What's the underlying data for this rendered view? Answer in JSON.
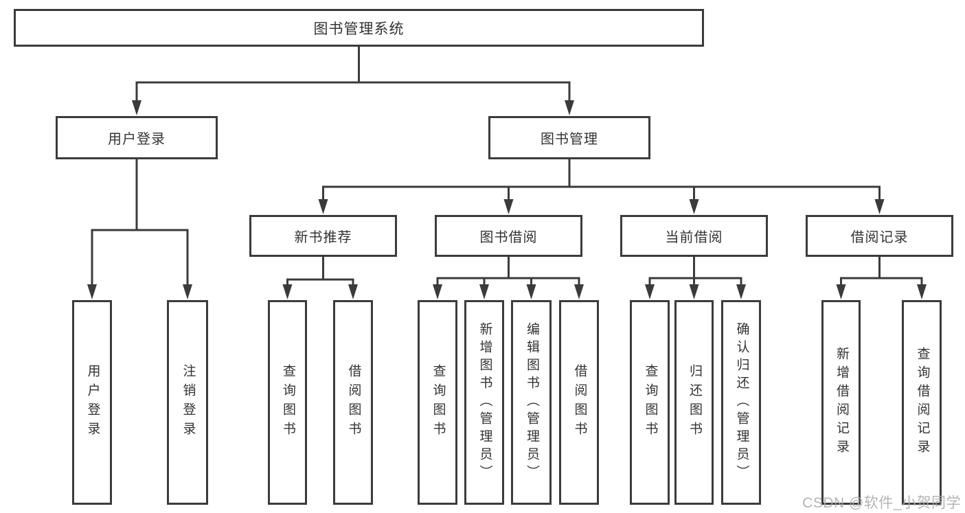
{
  "diagram": {
    "title": "图书管理系统",
    "type": "hierarchy-tree",
    "colors": {
      "line": "#3b3b3b",
      "text": "#333333",
      "background": "#ffffff",
      "watermark": "#acacac"
    }
  },
  "nodes": {
    "root": {
      "label": "图书管理系统"
    },
    "level2": [
      {
        "label": "用户登录"
      },
      {
        "label": "图书管理"
      }
    ],
    "level3": [
      {
        "label": "新书推荐",
        "parent": "图书管理"
      },
      {
        "label": "图书借阅",
        "parent": "图书管理"
      },
      {
        "label": "当前借阅",
        "parent": "图书管理"
      },
      {
        "label": "借阅记录",
        "parent": "图书管理"
      }
    ],
    "leaves": [
      {
        "label": "用户登录",
        "parent": "用户登录"
      },
      {
        "label": "注销登录",
        "parent": "用户登录"
      },
      {
        "label": "查询图书",
        "parent": "新书推荐"
      },
      {
        "label": "借阅图书",
        "parent": "新书推荐"
      },
      {
        "label": "查询图书",
        "parent": "图书借阅"
      },
      {
        "label": "新增图书（管理员）",
        "parent": "图书借阅"
      },
      {
        "label": "编辑图书（管理员）",
        "parent": "图书借阅"
      },
      {
        "label": "借阅图书",
        "parent": "图书借阅"
      },
      {
        "label": "查询图书",
        "parent": "当前借阅"
      },
      {
        "label": "归还图书",
        "parent": "当前借阅"
      },
      {
        "label": "确认归还（管理员）",
        "parent": "当前借阅"
      },
      {
        "label": "新增借阅记录",
        "parent": "借阅记录"
      },
      {
        "label": "查询借阅记录",
        "parent": "借阅记录"
      }
    ]
  },
  "watermark": "CSDN @软件_小贺同学"
}
